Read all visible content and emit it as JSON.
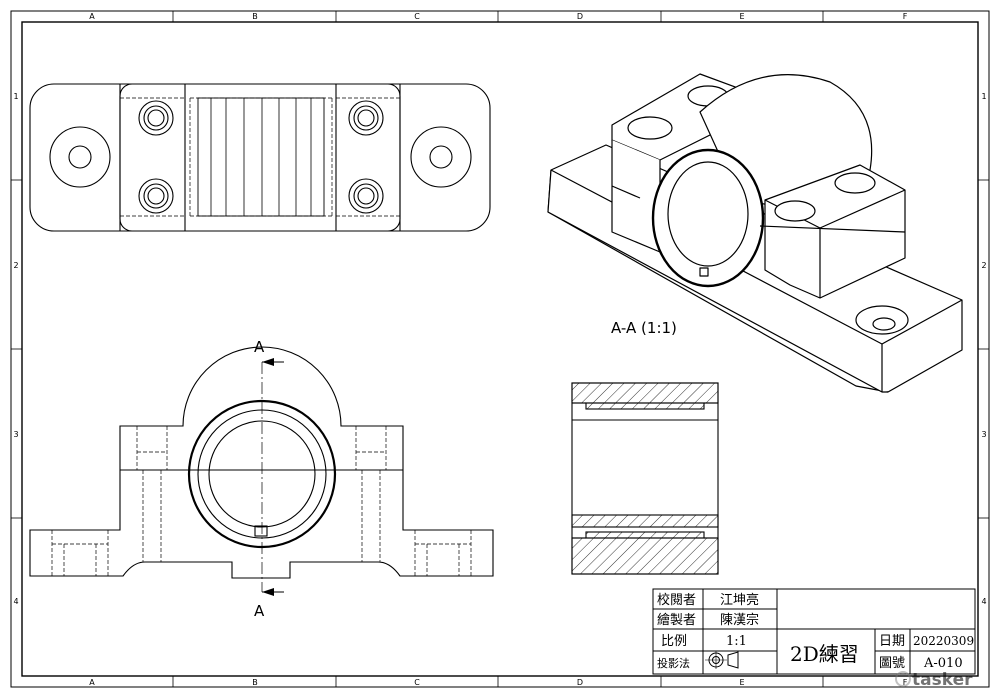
{
  "border": {
    "columns": [
      "A",
      "B",
      "C",
      "D",
      "E",
      "F"
    ],
    "rows": [
      "1",
      "2",
      "3",
      "4"
    ]
  },
  "section_label": "A-A (1:1)",
  "cut_label_top": "A",
  "cut_label_bottom": "A",
  "title_block": {
    "checked_by_label": "校閱者",
    "checked_by": "江坤亮",
    "drawn_by_label": "繪製者",
    "drawn_by": "陳漢宗",
    "scale_label": "比例",
    "scale": "1:1",
    "projection_label": "投影法",
    "title": "2D練習",
    "date_label": "日期",
    "date": "20220309",
    "drawing_no_label": "圖號",
    "drawing_no": "A-010"
  },
  "watermark": "tasker",
  "icons": {
    "projection": "first-angle-projection-icon",
    "watermark_logo": "tasker-logo-icon"
  }
}
